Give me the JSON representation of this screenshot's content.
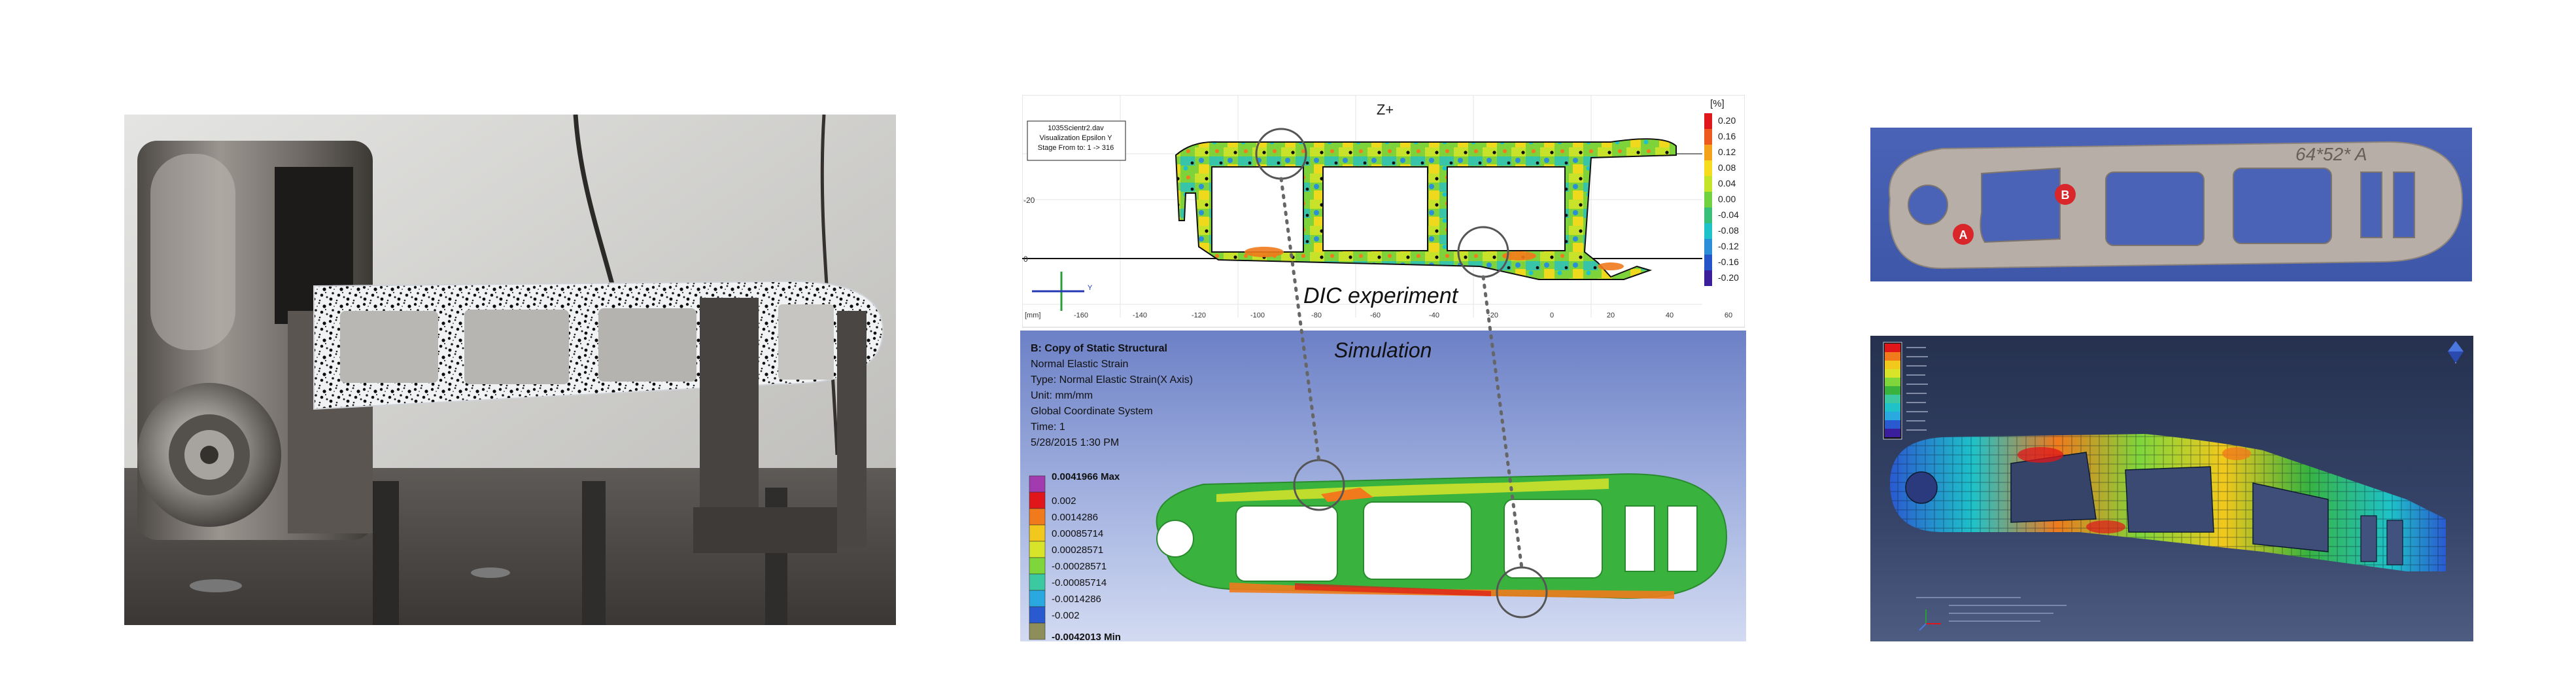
{
  "dic": {
    "view_label": "Z+",
    "unit": "[%]",
    "info_lines": [
      "1035Scientr2.dav",
      "Visualization  Epsilon Y",
      "Stage From to: 1 -> 316"
    ],
    "y_ticks": [
      "-20",
      "0"
    ],
    "x_ticks": [
      "-160",
      "-140",
      "-120",
      "-100",
      "-80",
      "-60",
      "-40",
      "-20",
      "0",
      "20",
      "40",
      "60"
    ],
    "axis_unit": "[mm]",
    "axis_y_label": "Y",
    "scale": [
      "0.20",
      "0.16",
      "0.12",
      "0.08",
      "0.04",
      "0.00",
      "-0.04",
      "-0.08",
      "-0.12",
      "-0.16",
      "-0.20"
    ],
    "scale_colors": [
      "#e0161a",
      "#ee5a1e",
      "#f4a21c",
      "#f5dc1c",
      "#c4e42a",
      "#6fd23e",
      "#38c078",
      "#1ec2c8",
      "#2a8fd8",
      "#2455c8",
      "#3a1e9c"
    ],
    "caption": "DIC experiment"
  },
  "sim": {
    "caption": "Simulation",
    "info_lines": [
      "B: Copy of Static Structural",
      "Normal Elastic Strain",
      "Type: Normal Elastic Strain(X Axis)",
      "Unit: mm/mm",
      "Global Coordinate System",
      "Time: 1",
      "5/28/2015 1:30 PM"
    ],
    "legend": [
      "0.0041966 Max",
      "0.002",
      "0.0014286",
      "0.00085714",
      "0.00028571",
      "-0.00028571",
      "-0.00085714",
      "-0.0014286",
      "-0.002",
      "-0.0042013 Min"
    ],
    "legend_colors": [
      "#a23ab0",
      "#e0161a",
      "#f07a1c",
      "#f2c81c",
      "#d8e42a",
      "#7ed63a",
      "#3cc8a0",
      "#2aa8e0",
      "#2a5ad0",
      "#8e8e5a"
    ]
  },
  "specimen": {
    "handwriting": "64*52* A",
    "markers": [
      "A",
      "B"
    ]
  },
  "colors": {
    "speckle_bg": "#f0f2f4",
    "metal": "#7d7873",
    "sim_bg_top": "#6c80c6",
    "sim_bg_bottom": "#d3dbf2",
    "fem_bg_top": "#25314e",
    "fem_bg_bottom": "#4e5c82",
    "blue_bg": "#4a63b6",
    "part_green": "#39b33e",
    "marker_red": "#d8262a"
  }
}
